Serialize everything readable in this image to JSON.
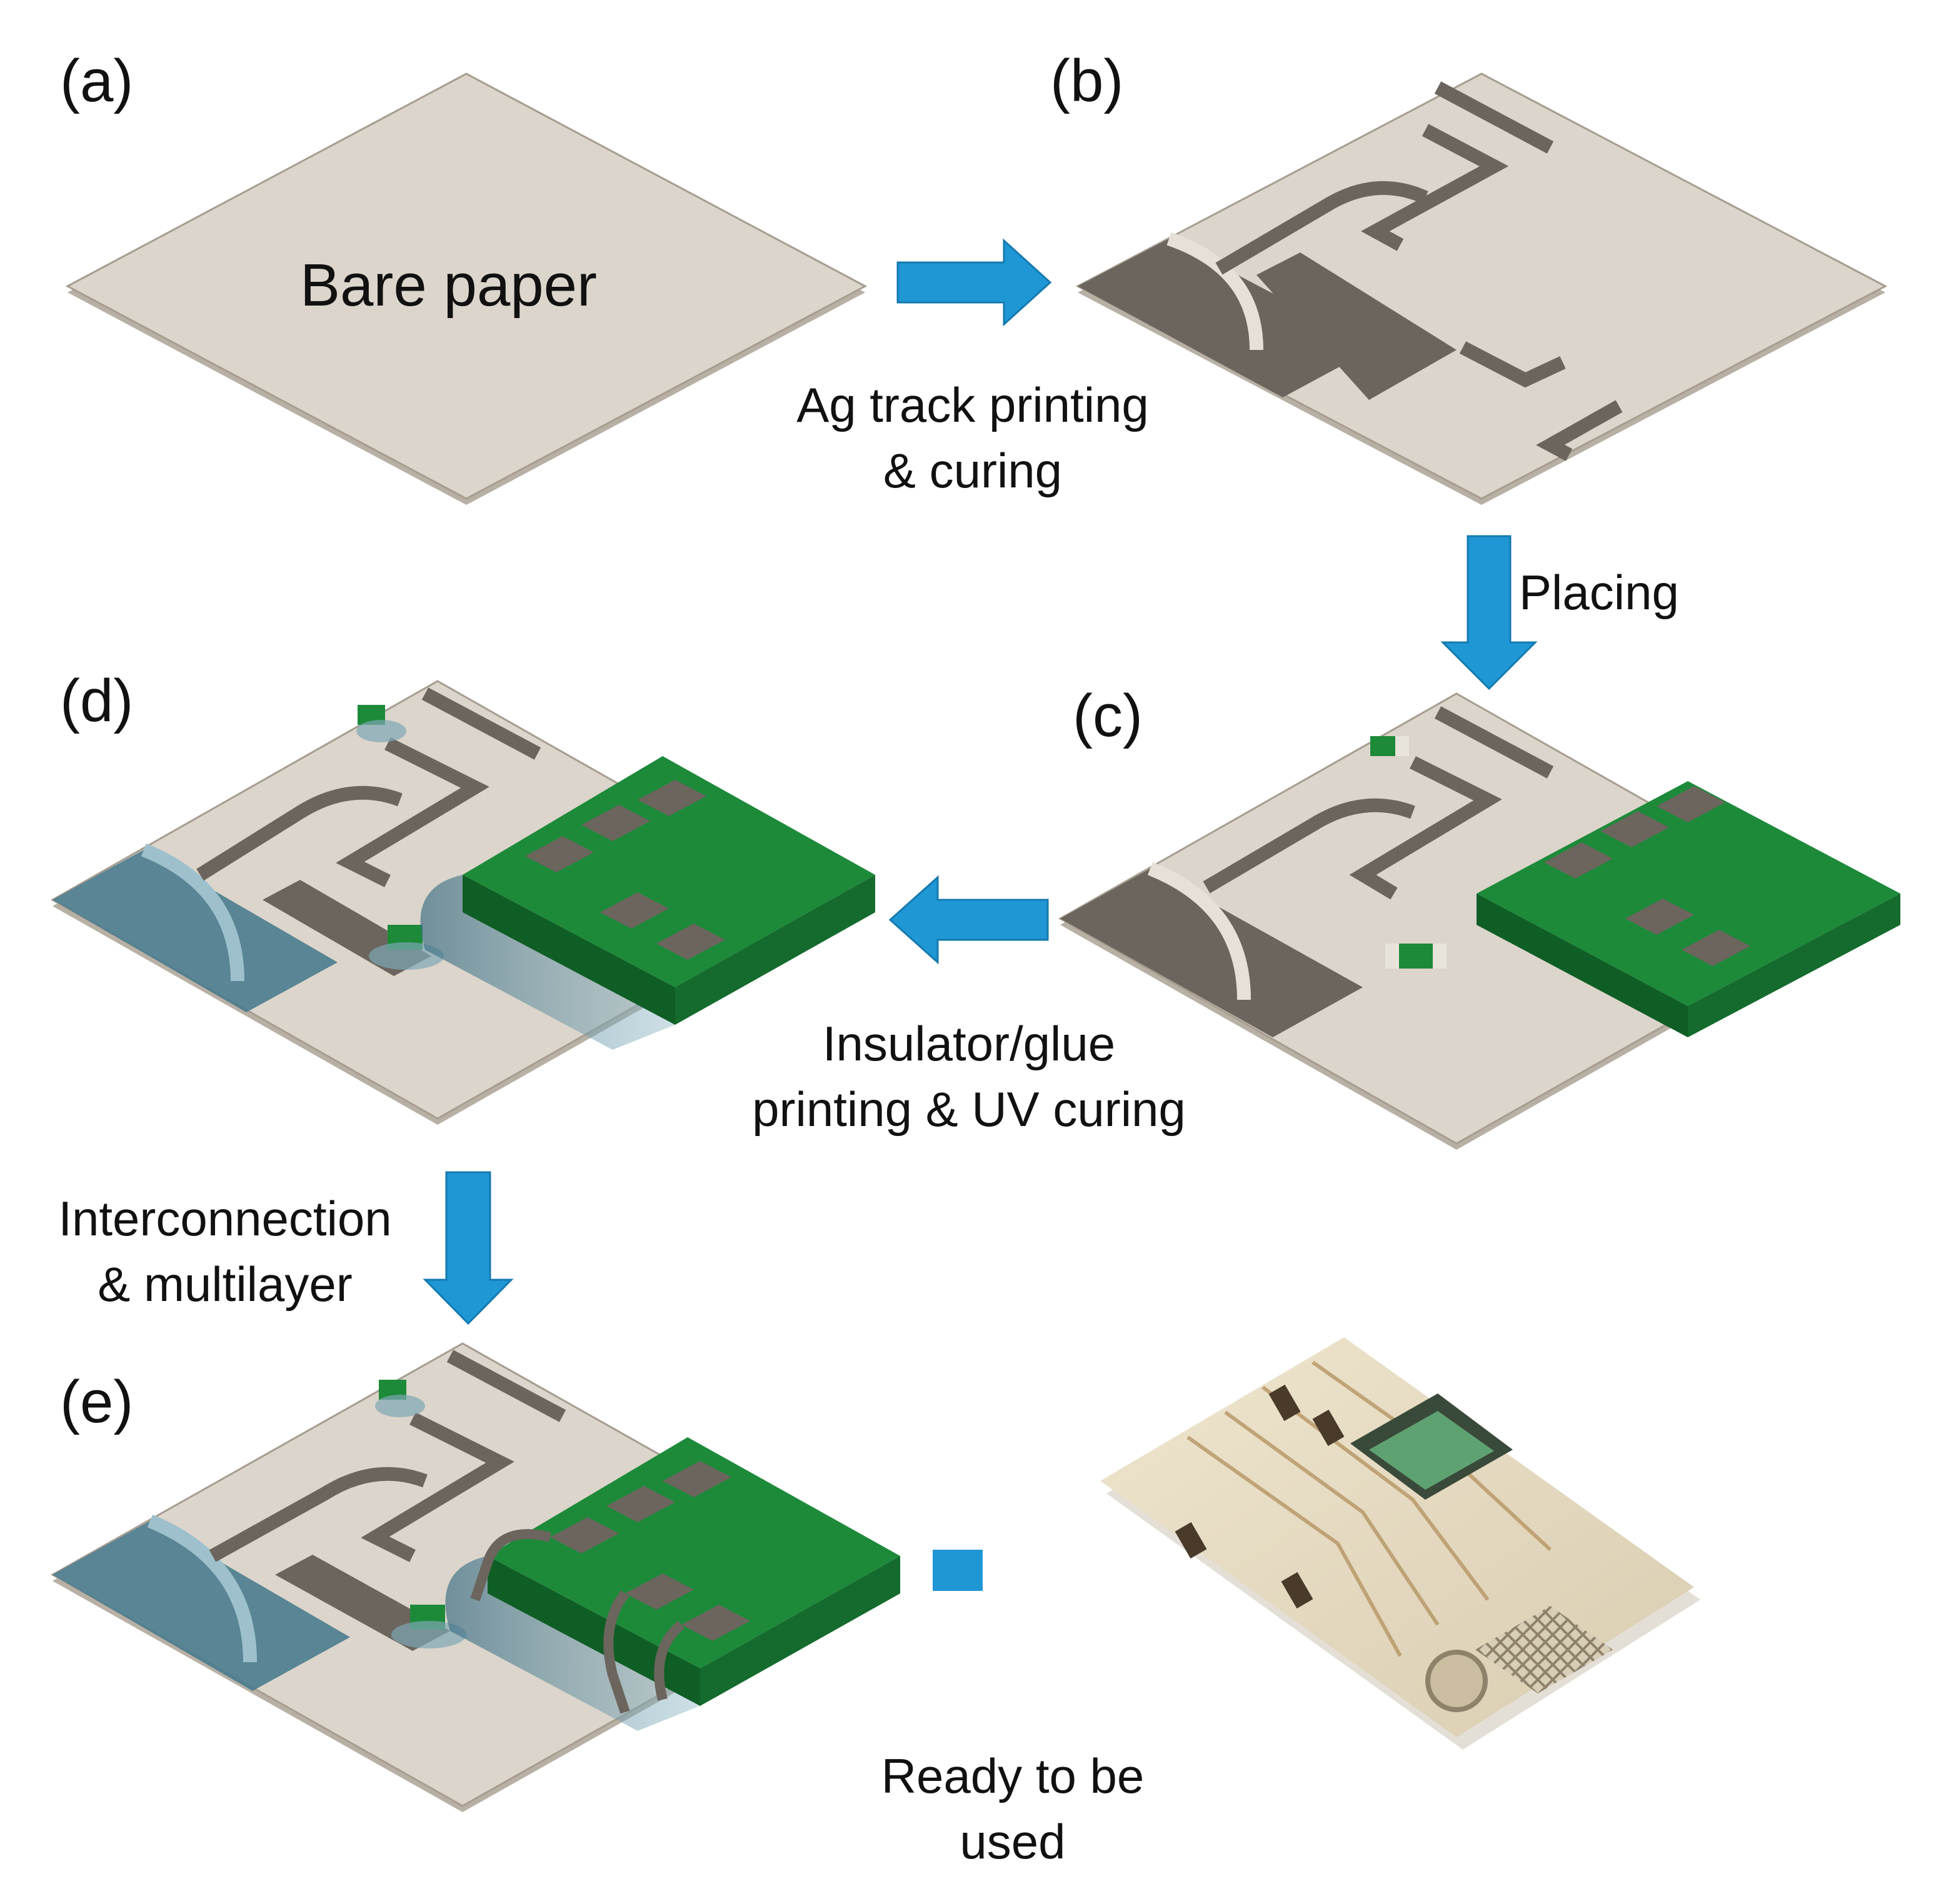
{
  "panels": {
    "a": {
      "label": "(a)",
      "text": "Bare paper"
    },
    "b": {
      "label": "(b)"
    },
    "c": {
      "label": "(c)"
    },
    "d": {
      "label": "(d)"
    },
    "e": {
      "label": "(e)"
    }
  },
  "steps": {
    "ab": {
      "line1": "Ag track printing",
      "line2": "& curing"
    },
    "bc": {
      "line1": "Placing"
    },
    "cd": {
      "line1": "Insulator/glue",
      "line2": "printing & UV curing"
    },
    "de": {
      "line1": "Interconnection",
      "line2": "& multilayer"
    },
    "final": {
      "line1": "Ready to be",
      "line2": "used"
    }
  },
  "colors": {
    "paper": "#dcd5cb",
    "paper_edge": "#b8b0a4",
    "silver": "#6b655d",
    "chip_green": "#1d8a3a",
    "chip_green_side": "#0f5e25",
    "insulator": "#4a7c8f",
    "arrow": "#1f97d4"
  }
}
